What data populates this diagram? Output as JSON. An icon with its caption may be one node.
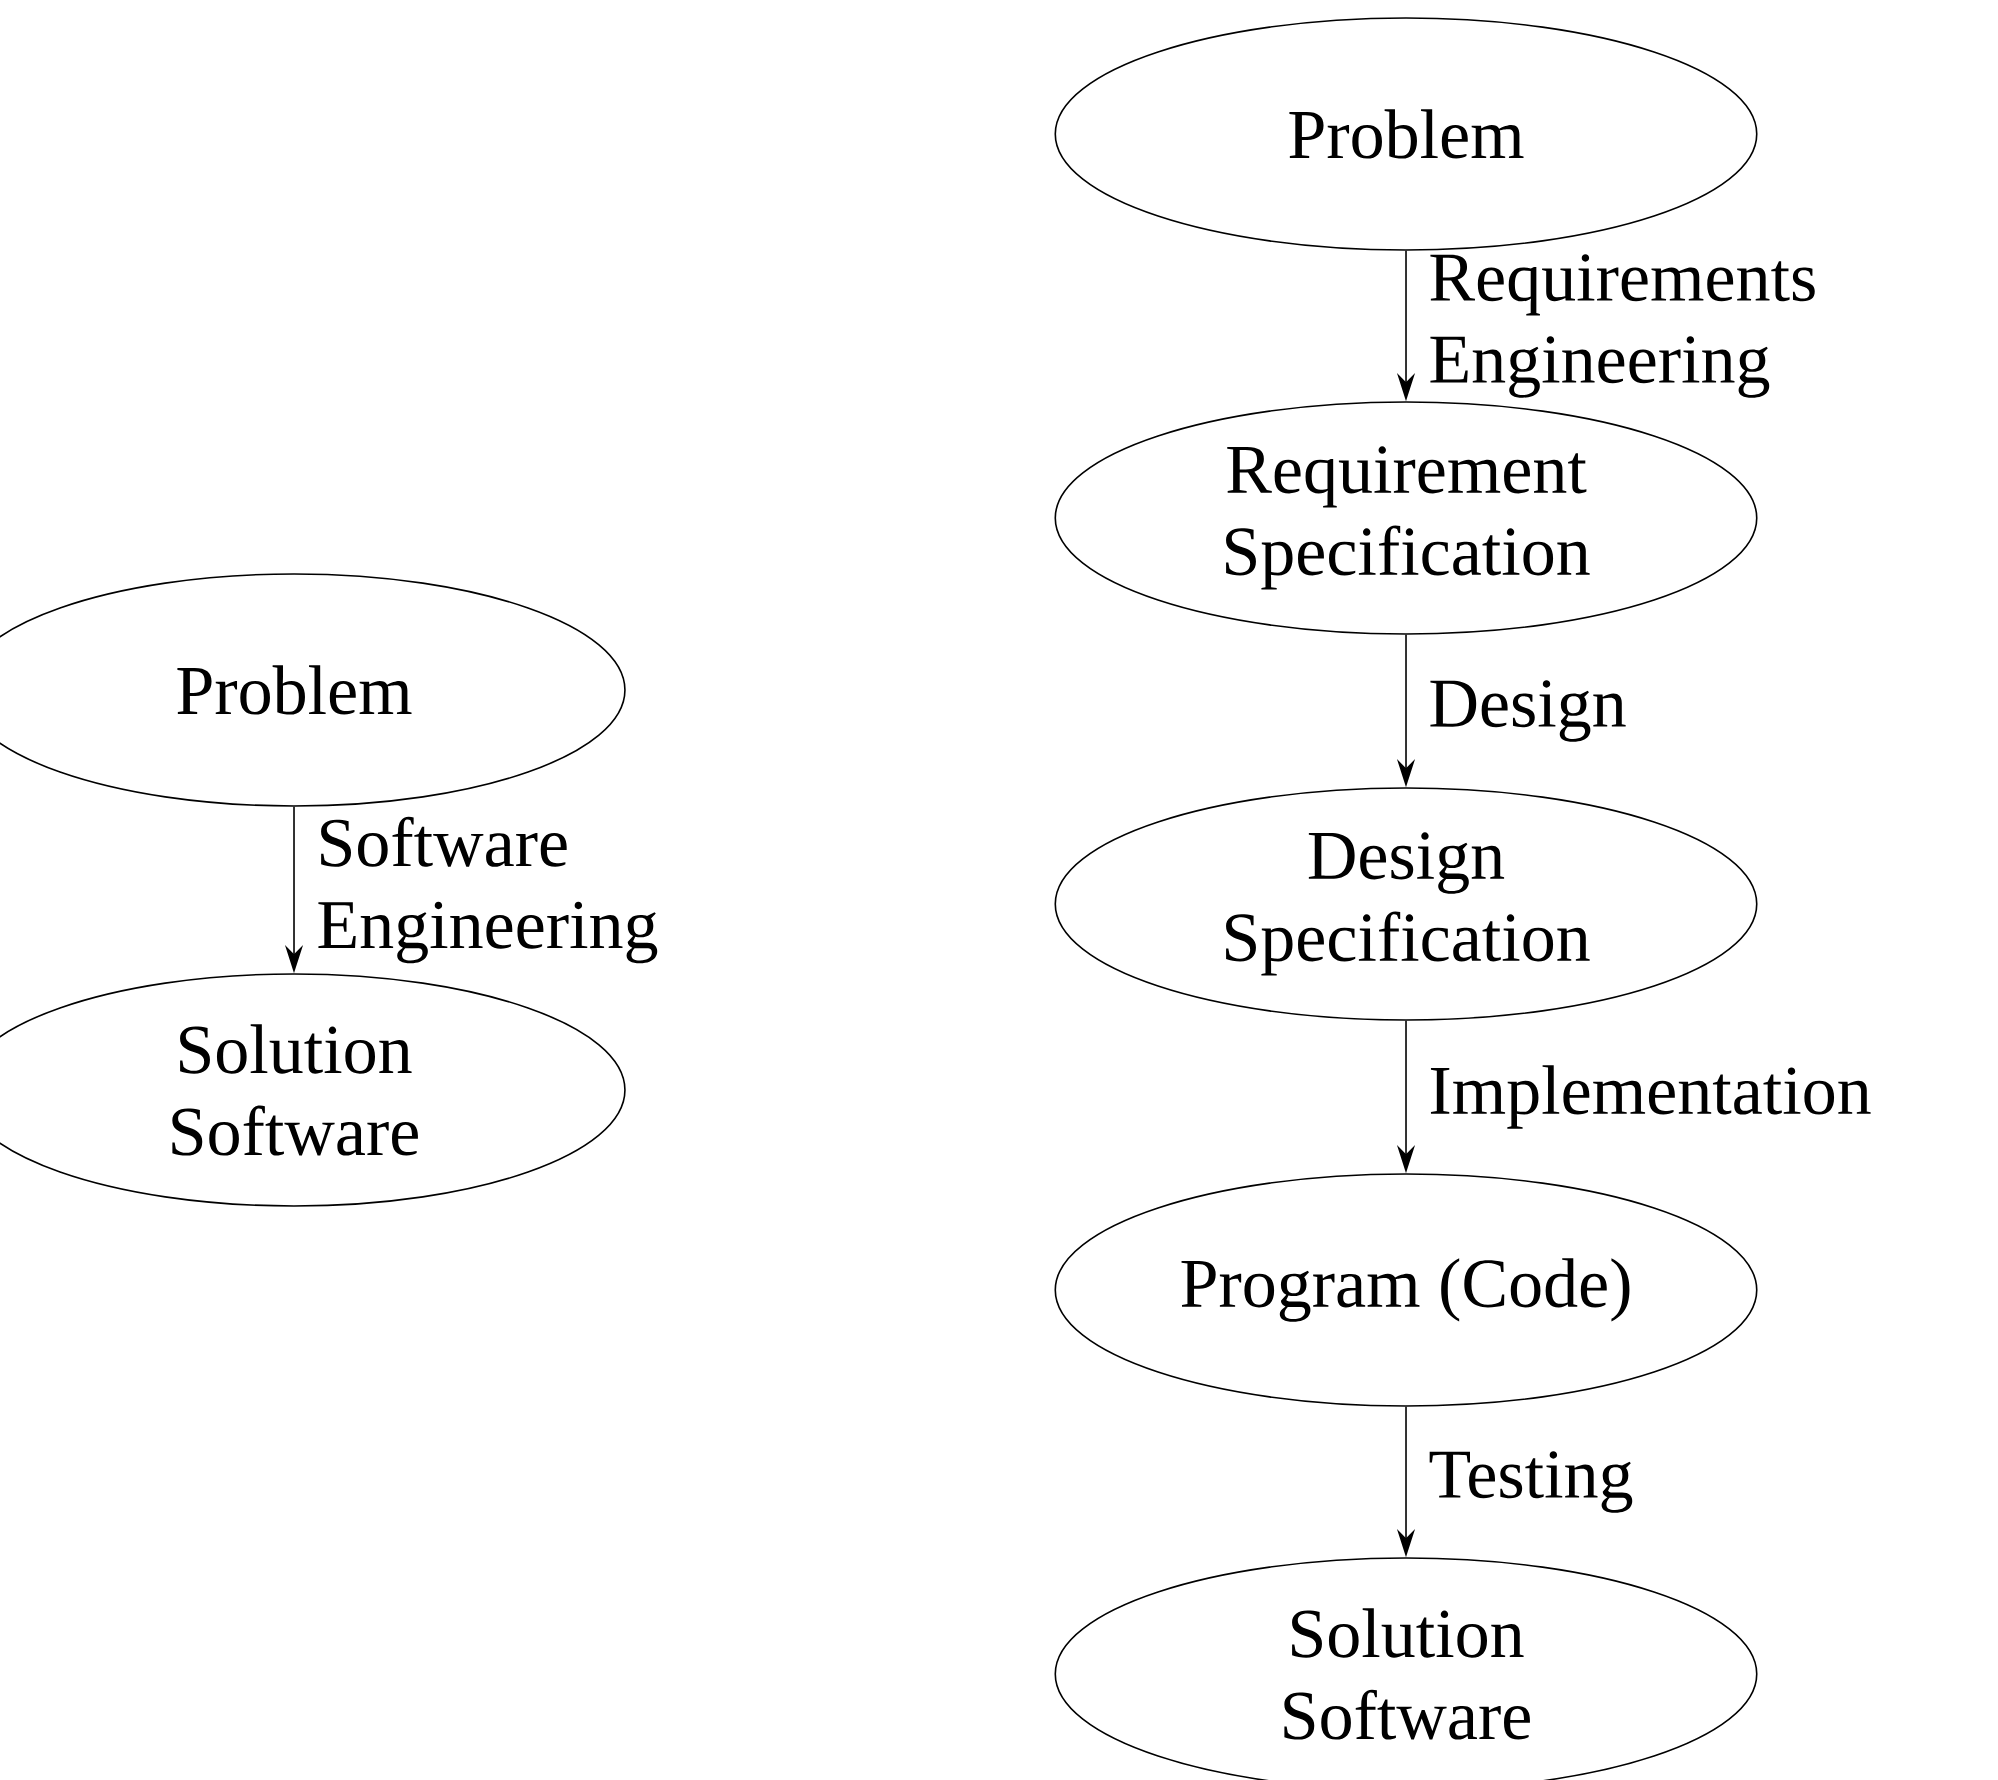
{
  "diagram": {
    "nodes": [
      {
        "text": [
          "Problem"
        ]
      },
      {
        "text": [
          "Solution Software"
        ]
      },
      {
        "text": [
          "Problem"
        ]
      },
      {
        "text": [
          "Requirement Specification"
        ]
      },
      {
        "text": [
          "Design Specification"
        ]
      },
      {
        "text": [
          "Program (Code)"
        ]
      },
      {
        "text": [
          "Solution Software"
        ]
      }
    ],
    "edges": [
      {
        "from": 0,
        "to": 1,
        "arrow": "to",
        "label": "Software Engineering"
      },
      {
        "from": 2,
        "to": 3,
        "arrow": "to",
        "label": "Requirements Engineering"
      },
      {
        "from": 3,
        "to": 4,
        "arrow": "to",
        "label": "Design"
      },
      {
        "from": 4,
        "to": 5,
        "arrow": "to",
        "label": "Implementation"
      },
      {
        "from": 5,
        "to": 6,
        "arrow": "to",
        "label": "Testing"
      }
    ]
  }
}
